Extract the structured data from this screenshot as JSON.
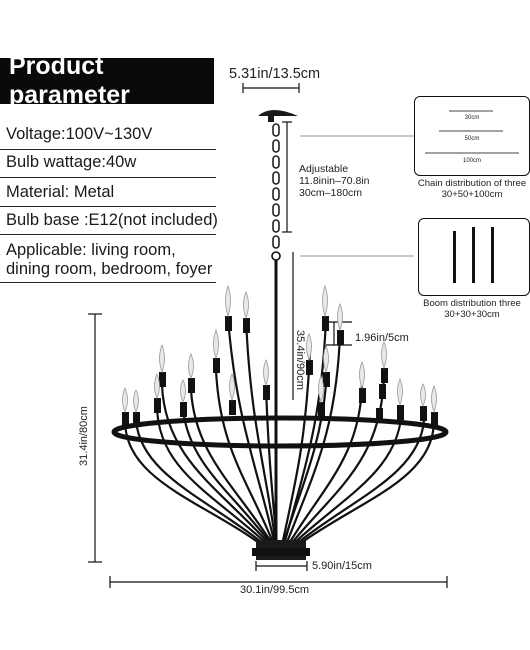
{
  "header": {
    "title": "Product parameter"
  },
  "specs": [
    "Voltage:100V~130V",
    "Bulb wattage:40w",
    "Material: Metal",
    "Bulb base :E12(not included)",
    "Applicable: living room,",
    "dining room, bedroom, foyer"
  ],
  "dimensions": {
    "canopy": "5.31in/13.5cm",
    "chain_adjustable_title": "Adjustable",
    "chain_adjustable_in": "11.8inin–70.8in",
    "chain_adjustable_cm": "30cm–180cm",
    "body_height": "35.4in/90cm",
    "boom_step": "1.96in/5cm",
    "overall_height": "31.4in/80cm",
    "bottom_width": "5.90in/15cm",
    "overall_width": "30.1in/99.5cm"
  },
  "chain_box": {
    "labels": [
      "30cm",
      "50cm",
      "100cm"
    ],
    "caption_line1": "Chain distribution of three",
    "caption_line2": "30+50+100cm"
  },
  "boom_box": {
    "caption_line1": "Boom distribution three",
    "caption_line2": "30+30+30cm"
  }
}
